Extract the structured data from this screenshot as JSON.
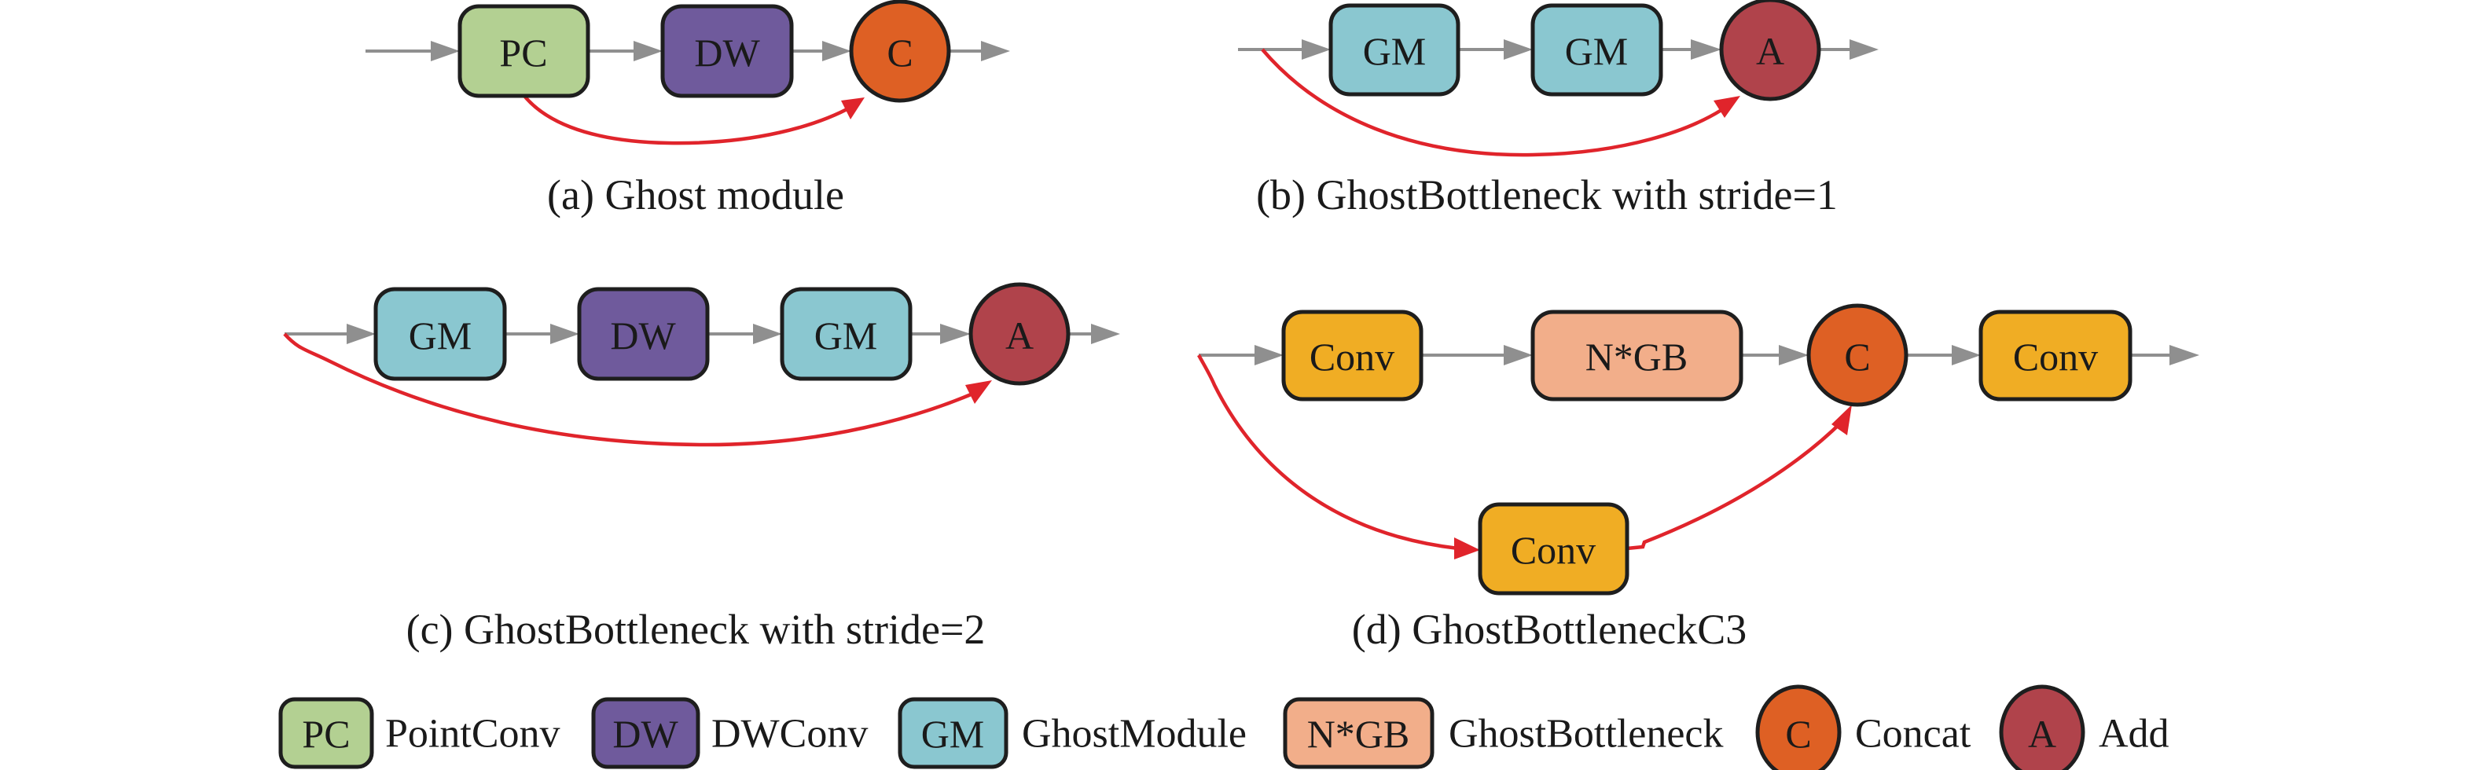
{
  "colors": {
    "pointconv": "#b3d092",
    "dwconv": "#6f5a9c",
    "ghostmodule": "#8ac7d0",
    "ghostbottleneck": "#f2ae8a",
    "conv": "#f0ad24",
    "concat": "#de6024",
    "add": "#b0434b",
    "flow_arrow": "#8f8f8f",
    "skip_arrow": "#e0242b",
    "outline": "#1e1e1e"
  },
  "panels": {
    "a": {
      "caption": "(a) Ghost module",
      "nodes": [
        {
          "id": "pc",
          "label": "PC",
          "kind": "pointconv"
        },
        {
          "id": "dw",
          "label": "DW",
          "kind": "dwconv"
        },
        {
          "id": "c",
          "label": "C",
          "kind": "concat"
        }
      ],
      "skip": {
        "from": "pc",
        "to": "c"
      }
    },
    "b": {
      "caption": "(b) GhostBottleneck with stride=1",
      "nodes": [
        {
          "id": "gm1",
          "label": "GM",
          "kind": "ghostmodule"
        },
        {
          "id": "gm2",
          "label": "GM",
          "kind": "ghostmodule"
        },
        {
          "id": "a",
          "label": "A",
          "kind": "add"
        }
      ],
      "skip": {
        "from": "input",
        "to": "a"
      }
    },
    "c": {
      "caption": "(c) GhostBottleneck with stride=2",
      "nodes": [
        {
          "id": "gm1",
          "label": "GM",
          "kind": "ghostmodule"
        },
        {
          "id": "dw",
          "label": "DW",
          "kind": "dwconv"
        },
        {
          "id": "gm2",
          "label": "GM",
          "kind": "ghostmodule"
        },
        {
          "id": "a",
          "label": "A",
          "kind": "add"
        }
      ],
      "skip": {
        "from": "input",
        "to": "a"
      }
    },
    "d": {
      "caption": "(d) GhostBottleneckC3",
      "nodes": [
        {
          "id": "conv1",
          "label": "Conv",
          "kind": "conv"
        },
        {
          "id": "ngb",
          "label": "N*GB",
          "kind": "ghostbottleneck"
        },
        {
          "id": "c",
          "label": "C",
          "kind": "concat"
        },
        {
          "id": "conv3",
          "label": "Conv",
          "kind": "conv"
        },
        {
          "id": "conv2",
          "label": "Conv",
          "kind": "conv"
        }
      ],
      "skip": [
        {
          "from": "input",
          "to": "conv2"
        },
        {
          "from": "conv2",
          "to": "c"
        }
      ]
    }
  },
  "legend": [
    {
      "symbol": "PC",
      "label": "PointConv",
      "kind": "pointconv",
      "shape": "box"
    },
    {
      "symbol": "DW",
      "label": "DWConv",
      "kind": "dwconv",
      "shape": "box"
    },
    {
      "symbol": "GM",
      "label": "GhostModule",
      "kind": "ghostmodule",
      "shape": "box"
    },
    {
      "symbol": "N*GB",
      "label": "GhostBottleneck",
      "kind": "ghostbottleneck",
      "shape": "box"
    },
    {
      "symbol": "C",
      "label": "Concat",
      "kind": "concat",
      "shape": "circle"
    },
    {
      "symbol": "A",
      "label": "Add",
      "kind": "add",
      "shape": "circle"
    }
  ]
}
